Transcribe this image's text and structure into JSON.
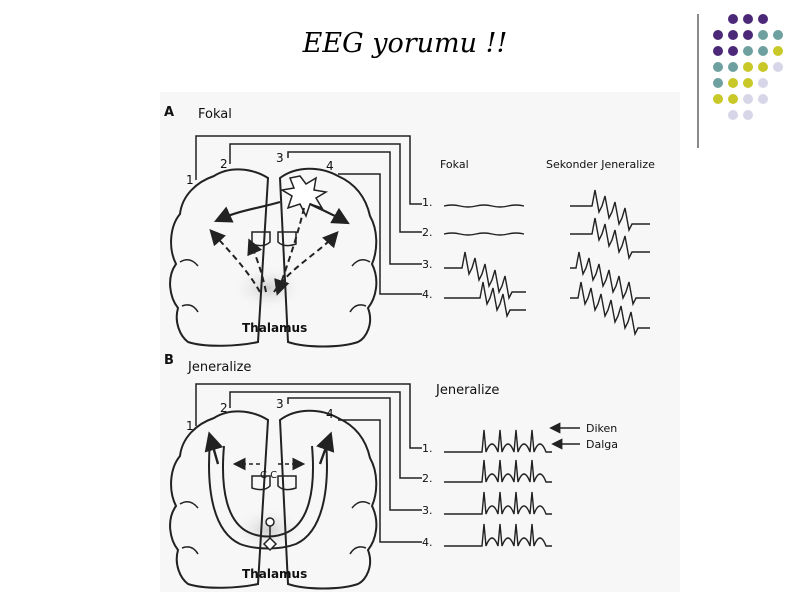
{
  "slide": {
    "title": "EEG yorumu !!"
  },
  "colors": {
    "purple": "#4b2878",
    "teal": "#6fa0a0",
    "yellow": "#c8c828",
    "lavender": "#d6d6e8",
    "ink": "#222222"
  },
  "panel_a": {
    "letter": "A",
    "title": "Fokal",
    "thalamus": "Thalamus",
    "electrodes": [
      "1",
      "2",
      "3",
      "4"
    ],
    "channels": [
      "1.",
      "2.",
      "3.",
      "4."
    ],
    "col_focal": "Fokal",
    "col_secondary": "Sekonder Jeneralize"
  },
  "panel_b": {
    "letter": "B",
    "title": "Jeneralize",
    "thalamus": "Thalamus",
    "electrodes": [
      "1",
      "2",
      "3",
      "4"
    ],
    "channels": [
      "1.",
      "2.",
      "3.",
      "4."
    ],
    "col_generalized": "Jeneralize",
    "label_spike": "Diken",
    "label_wave": "Dalga",
    "cc_label": "C C"
  }
}
